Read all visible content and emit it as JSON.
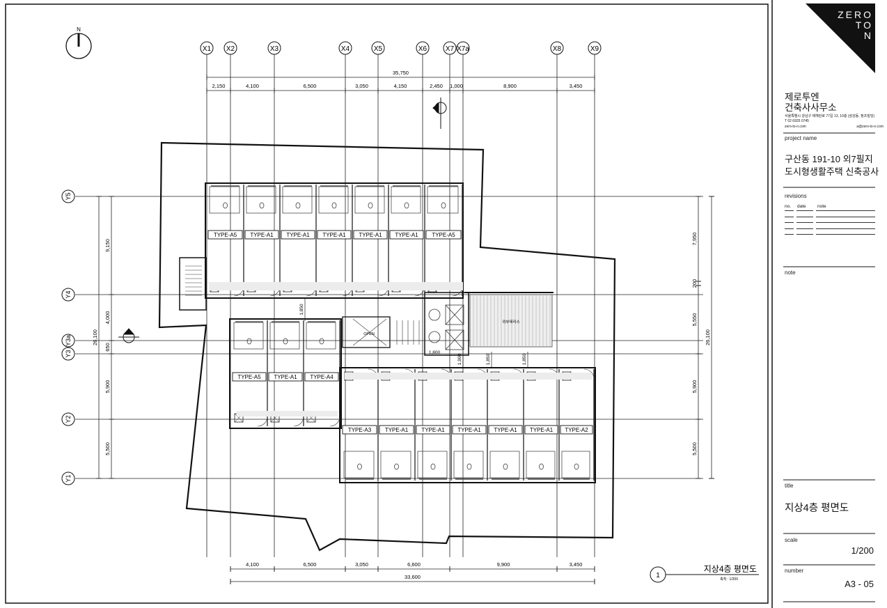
{
  "grid": {
    "x_labels": [
      "X1",
      "X2",
      "X3",
      "X4",
      "X5",
      "X6",
      "X7",
      "X7a",
      "X8",
      "X9"
    ],
    "y_labels": [
      "Y5",
      "Y4",
      "Y3a",
      "Y3",
      "Y2",
      "Y1"
    ]
  },
  "dimensions": {
    "top_total": "35,750",
    "top_segments": [
      "2,150",
      "4,100",
      "6,500",
      "3,050",
      "4,150",
      "2,450",
      "1,000",
      "8,900",
      "3,450"
    ],
    "bottom_segments": [
      "4,100",
      "6,500",
      "3,050",
      "6,600",
      "9,900",
      "3,450"
    ],
    "bottom_total": "33,600",
    "left_segments": [
      "9,150",
      "4,000",
      "650",
      "5,900",
      "5,500"
    ],
    "left_total": "26,100",
    "right_segments": [
      "7,950",
      "200",
      "5,550",
      "5,900",
      "5,500"
    ],
    "right_total": "26,100",
    "internal": [
      "1,850",
      "1,800",
      "1,900",
      "1,850",
      "1,850"
    ]
  },
  "rooms": {
    "top_row": [
      "TYPE-A5",
      "TYPE-A1",
      "TYPE-A1",
      "TYPE-A1",
      "TYPE-A1",
      "TYPE-A1",
      "TYPE-A5"
    ],
    "middle_row": [
      "TYPE-A5",
      "TYPE-A1",
      "TYPE-A4"
    ],
    "bottom_row": [
      "TYPE-A3",
      "TYPE-A1",
      "TYPE-A1",
      "TYPE-A1",
      "TYPE-A1",
      "TYPE-A1",
      "TYPE-A2"
    ],
    "terrace": "외부테라스",
    "void": "OPEN"
  },
  "drawing_caption": {
    "number": "1",
    "title": "지상4층 평면도",
    "scale": "축척 : 1/200"
  },
  "north_label": "N",
  "sheet": {
    "logo_lines": [
      "ZERO",
      "TO",
      "N"
    ],
    "office_name_1": "제로투엔",
    "office_name_2": "건축사사무소",
    "office_address": "서울특별시 강남구 테헤란로 77길 13, 10층 (삼성동, 정조빌딩)",
    "office_tel": "T 02 6925 0745",
    "office_web": "zero-to-n.com",
    "office_email": "a@zero-to-n.com",
    "project_label": "project name",
    "project_line_1": "구산동 191-10 외7필지",
    "project_line_2": "도시형생활주택 신축공사",
    "revisions_label": "revisions",
    "rev_no": "no.",
    "rev_date": "date",
    "rev_note": "note",
    "note_label": "note",
    "title_label": "title",
    "title_value": "지상4층 평면도",
    "scale_label": "scale",
    "scale_value": "1/200",
    "number_label": "number",
    "number_value": "A3 - 05"
  }
}
